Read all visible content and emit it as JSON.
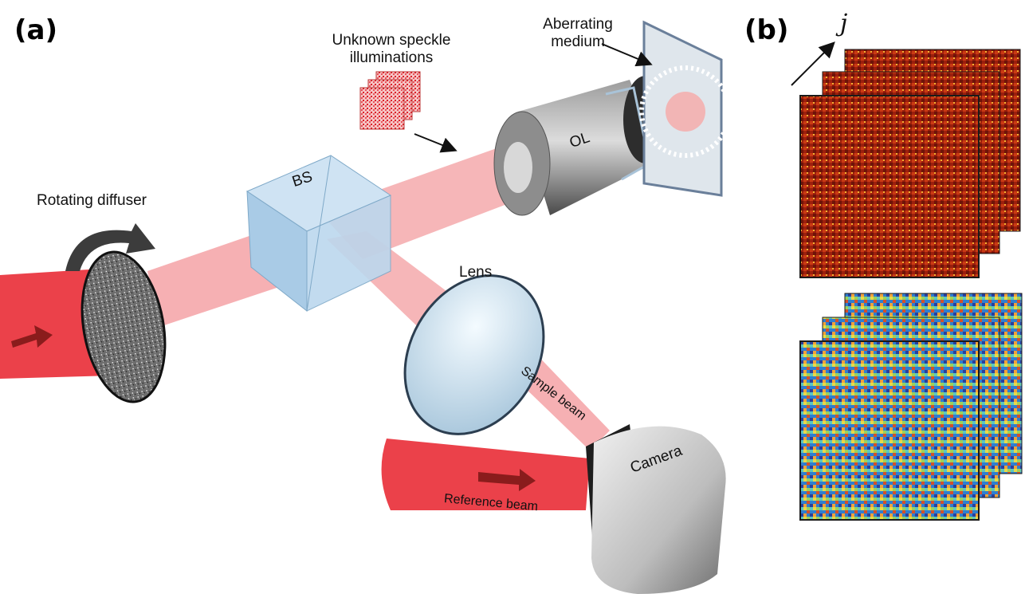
{
  "panel_a": {
    "label": "(a)"
  },
  "panel_b": {
    "label": "(b)",
    "axis_index": "j"
  },
  "components": {
    "rotating_diffuser": "Rotating diffuser",
    "beam_splitter": "BS",
    "objective_lens": "OL",
    "lens": "Lens",
    "camera": "Camera",
    "aberrating_medium_line1": "Aberrating",
    "aberrating_medium_line2": "medium",
    "speckle_line1": "Unknown speckle",
    "speckle_line2": "illuminations"
  },
  "beams": {
    "sample_beam": "Sample beam",
    "reference_beam": "Reference beam"
  },
  "colors": {
    "laser": "#e8202a",
    "stack_amplitude": "#b52a12",
    "stack_phase": "#3a8fd0"
  }
}
